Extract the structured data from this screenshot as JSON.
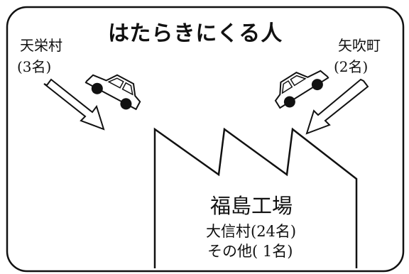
{
  "title": "はたらきにくる人",
  "sources": [
    {
      "name": "天栄村",
      "count": "(3名)"
    },
    {
      "name": "矢吹町",
      "count": "(2名)"
    }
  ],
  "factory": {
    "name": "福島工場",
    "lines": [
      "大信村(24名)",
      "その他( 1名)"
    ]
  },
  "colors": {
    "ink": "#111111",
    "background": "#ffffff"
  },
  "icons": {
    "car": "car-icon",
    "arrow": "arrow-icon",
    "factory": "factory-roof-icon"
  }
}
